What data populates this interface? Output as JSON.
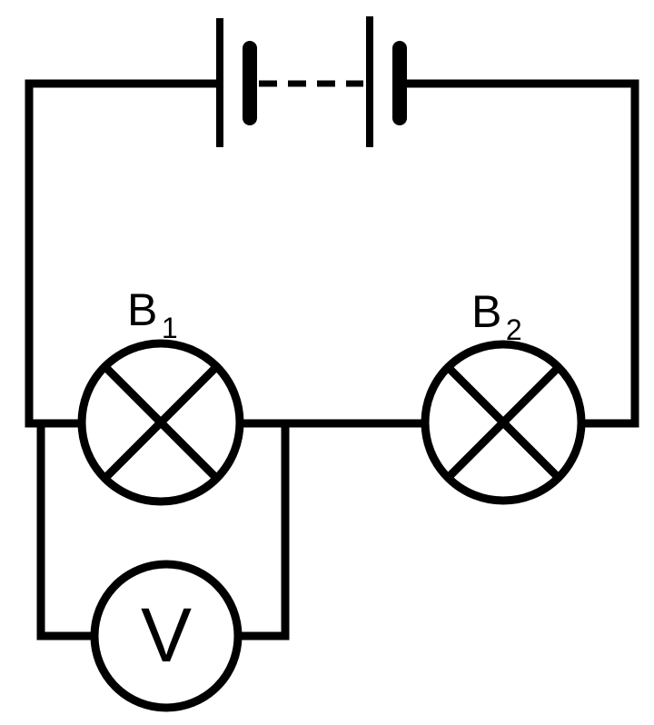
{
  "diagram": {
    "bulbs": [
      {
        "letter": "B",
        "subscript": "1"
      },
      {
        "letter": "B",
        "subscript": "2"
      }
    ],
    "meter": {
      "symbol": "V"
    }
  },
  "colors": {
    "stroke": "#000000",
    "background": "#ffffff"
  }
}
